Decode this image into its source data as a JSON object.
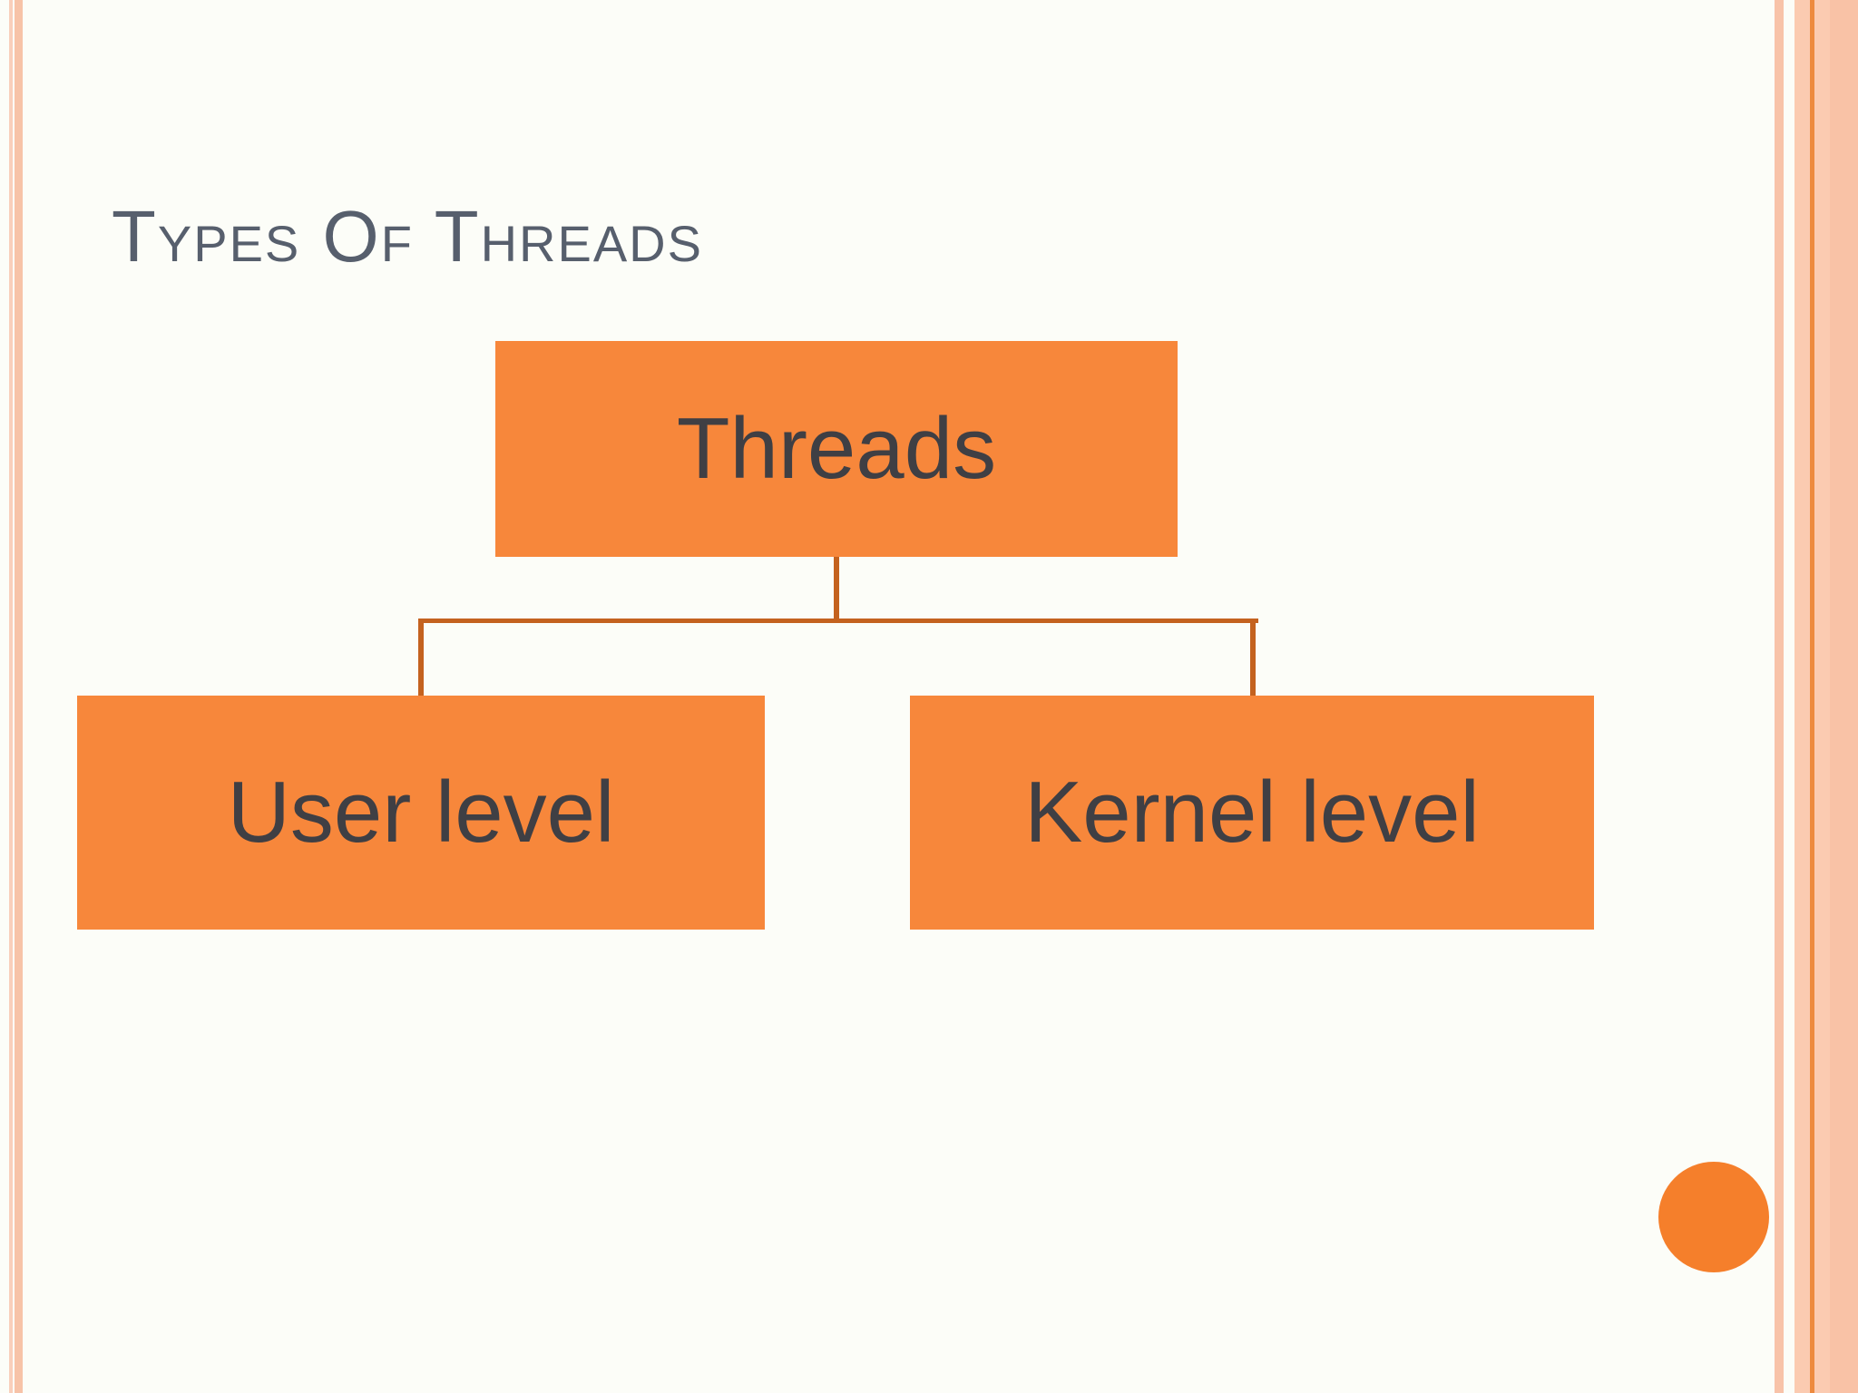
{
  "slide": {
    "title": "Types Of Threads",
    "title_color": "#575F6D",
    "background_color": "#FCFDF8"
  },
  "diagram": {
    "type": "org-chart",
    "root": {
      "label": "Threads"
    },
    "children": [
      {
        "label": "User level"
      },
      {
        "label": "Kernel level"
      }
    ],
    "node_fill_color": "#F7873B",
    "node_text_color": "#3F3F44",
    "connector_color": "#C4621F"
  },
  "decorations": {
    "page_circle_color": "#F57F2B",
    "left_thin_stripe_color": "#F9CFBB",
    "left_main_stripe_color": "#F7C3A8",
    "right_thin_stripe_color": "#F8C3A9",
    "right_band_color": "#FBCBB1",
    "right_band_line_color": "#ED8A3E"
  }
}
